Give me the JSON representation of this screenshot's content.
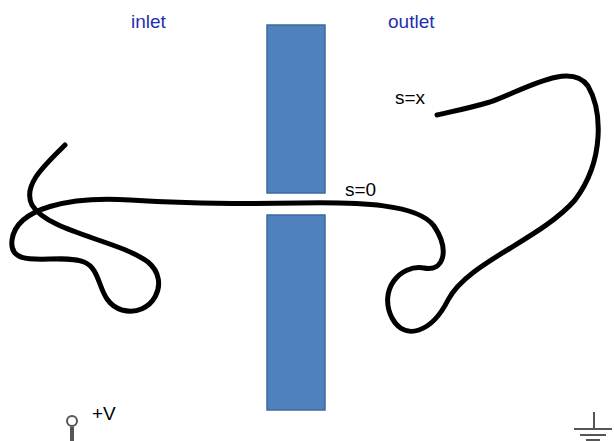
{
  "diagram": {
    "labels": [
      "inlet",
      "outlet",
      "s=x",
      "s=0",
      "+V"
    ]
  }
}
